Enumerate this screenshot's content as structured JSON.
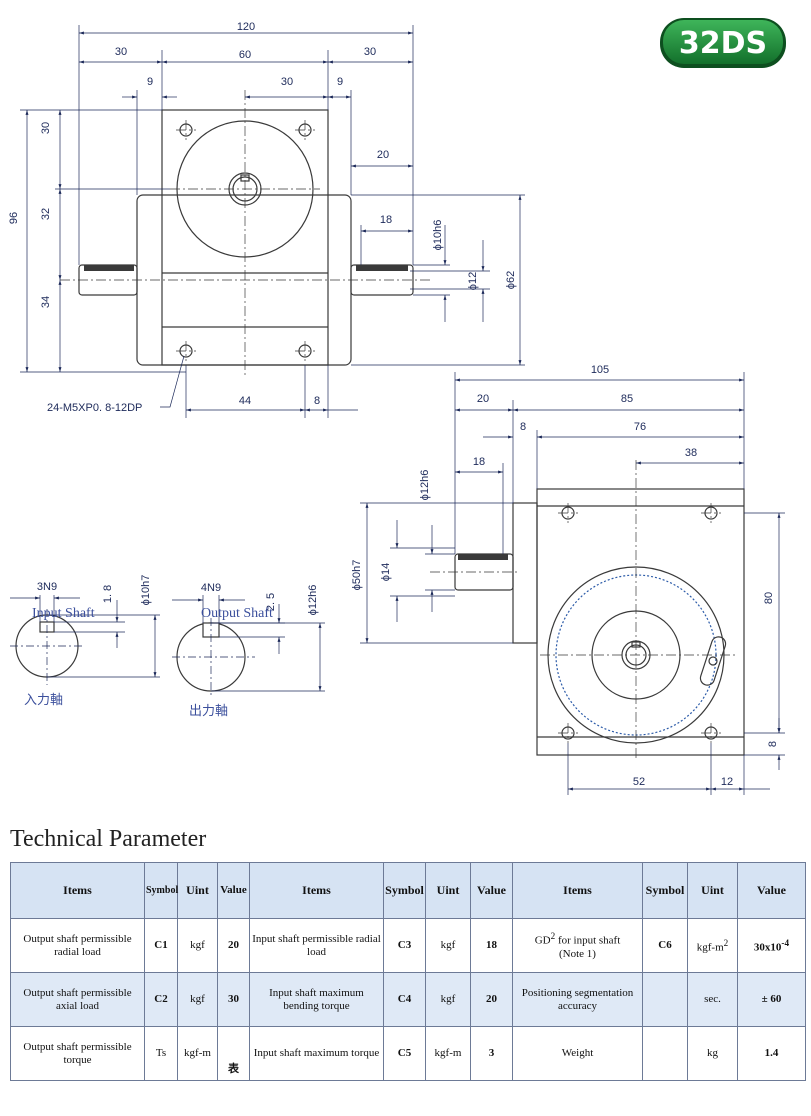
{
  "badge": "32DS",
  "dims": {
    "d120": "120",
    "d30a": "30",
    "d60": "60",
    "d30b": "30",
    "d9a": "9",
    "d30c": "30",
    "d9b": "9",
    "d20a": "20",
    "d18a": "18",
    "d96": "96",
    "d30v": "30",
    "d32v": "32",
    "d34v": "34",
    "phi10h6": "ϕ10h6",
    "phi12": "ϕ12",
    "phi62": "ϕ62",
    "tap": "24-M5XP0. 8-12DP",
    "d44": "44",
    "d8a": "8",
    "d105": "105",
    "d20b": "20",
    "d85": "85",
    "d8b": "8",
    "d76": "76",
    "d18b": "18",
    "d38": "38",
    "phi12h6a": "ϕ12h6",
    "phi50h7": "ϕ50h7",
    "phi14": "ϕ14",
    "d80": "80",
    "d8c": "8",
    "d52": "52",
    "d12": "12",
    "n3": "3N9",
    "d18c": "1. 8",
    "phi10h7": "ϕ10h7",
    "n4": "4N9",
    "d25": "2. 5",
    "phi12h6b": "ϕ12h6"
  },
  "shaft_labels": {
    "input_en": "Input Shaft",
    "output_en": "Output Shaft",
    "input_cn": "入力軸",
    "output_cn": "出力軸"
  },
  "section_title": "Technical Parameter",
  "table": {
    "headers": [
      "Items",
      "Symbol",
      "Uint",
      "Value",
      "Items",
      "Symbol",
      "Uint",
      "Value",
      "Items",
      "Symbol",
      "Uint",
      "Value"
    ],
    "rows": [
      {
        "c1": {
          "item": "Output shaft permissible radial load",
          "symbol": "C1",
          "unit": "kgf",
          "value": "20"
        },
        "c2": {
          "item": "Input shaft permissible radial load",
          "symbol": "C3",
          "unit": "kgf",
          "value": "18"
        },
        "c3": {
          "item_pre": "GD",
          "item_sup": "2",
          "item_post": " for input shaft",
          "item_note": "(Note 1)",
          "symbol": "C6",
          "unit_pre": "kgf-m",
          "unit_sup": "2",
          "value_pre": "30x10",
          "value_sup": "-4"
        }
      },
      {
        "c1": {
          "item": "Output shaft permissible axial load",
          "symbol": "C2",
          "unit": "kgf",
          "value": "30"
        },
        "c2": {
          "item": "Input shaft maximum bending torque",
          "symbol": "C4",
          "unit": "kgf",
          "value": "20"
        },
        "c3": {
          "item": "Positioning segmentation accuracy",
          "symbol": "",
          "unit": "sec.",
          "value": "± 60"
        }
      },
      {
        "c1": {
          "item": "Output shaft permissible torque",
          "symbol": "Ts",
          "unit": "kgf-m",
          "value": "表"
        },
        "c2": {
          "item": "Input shaft maximum torque",
          "symbol": "C5",
          "unit": "kgf-m",
          "value": "3"
        },
        "c3": {
          "item": "Weight",
          "symbol": "",
          "unit": "kg",
          "value": "1.4"
        }
      }
    ]
  },
  "colors": {
    "line": "#3a3a3a",
    "dim": "#1d2a5a",
    "label": "#3b4f9c",
    "badge": "#1e8c3a",
    "header_bg": "#d6e3f3",
    "alt_row_bg": "#dfe9f6"
  }
}
